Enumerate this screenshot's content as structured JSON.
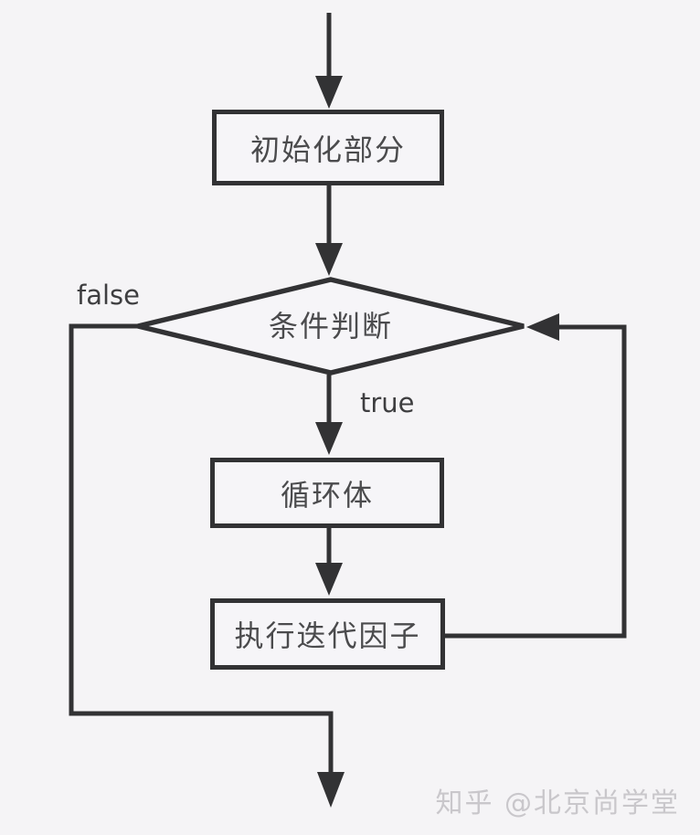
{
  "diagram": {
    "type": "flowchart",
    "description": "for-loop execution flow",
    "nodes": {
      "init": {
        "shape": "rect",
        "label": "初始化部分"
      },
      "condition": {
        "shape": "diamond",
        "label": "条件判断"
      },
      "loop_body": {
        "shape": "rect",
        "label": "循环体"
      },
      "iteration": {
        "shape": "rect",
        "label": "执行迭代因子"
      }
    },
    "edges": [
      {
        "from": "start",
        "to": "init",
        "label": ""
      },
      {
        "from": "init",
        "to": "condition",
        "label": ""
      },
      {
        "from": "condition",
        "to": "loop_body",
        "label": "true"
      },
      {
        "from": "loop_body",
        "to": "iteration",
        "label": ""
      },
      {
        "from": "iteration",
        "to": "condition",
        "label": ""
      },
      {
        "from": "condition",
        "to": "end",
        "label": "false"
      }
    ],
    "edge_labels": {
      "true_branch": "true",
      "false_branch": "false"
    }
  },
  "watermark": {
    "text": "知乎 @北京尚学堂"
  },
  "colors": {
    "background": "#f5f4f6",
    "stroke": "#323234",
    "node_text": "#4b4b4d",
    "watermark": "#c9c7cb"
  }
}
